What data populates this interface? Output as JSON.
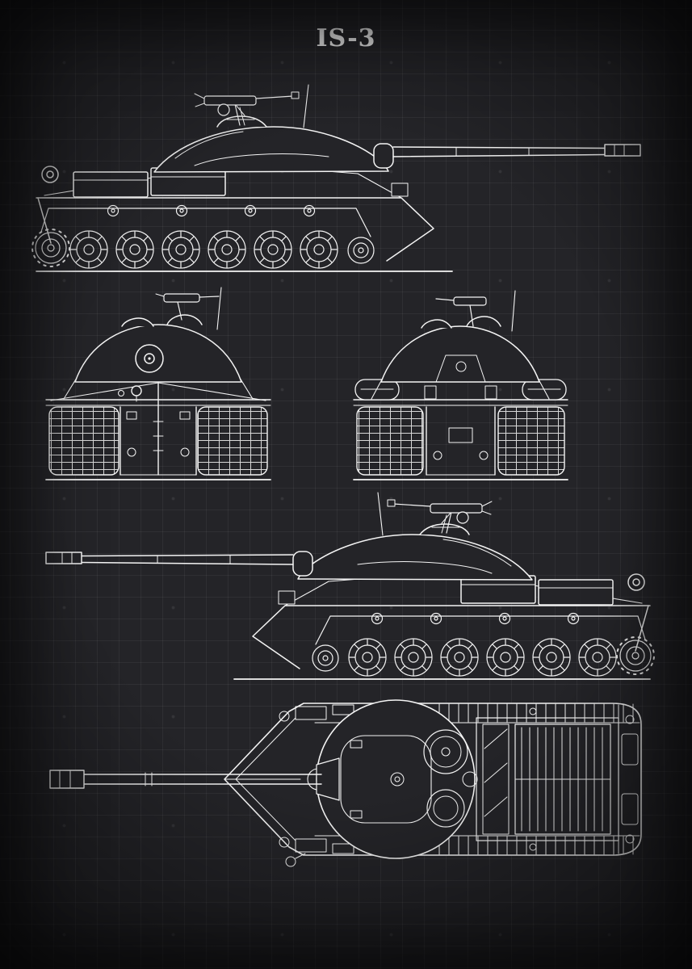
{
  "poster": {
    "title": "IS-3"
  },
  "theme": {
    "background": "#242428",
    "grid_line": "#2e2e32",
    "line_color": "#f4f4f4"
  },
  "drawings": [
    {
      "name": "side-view-facing-right"
    },
    {
      "name": "front-view"
    },
    {
      "name": "rear-view"
    },
    {
      "name": "side-view-facing-left"
    },
    {
      "name": "top-view"
    }
  ]
}
